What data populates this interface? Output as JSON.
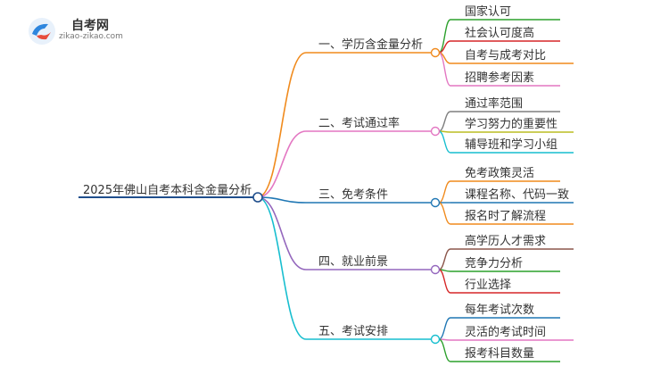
{
  "logo": {
    "title": "自考网",
    "subtitle": "zikao-zikao.com"
  },
  "mindmap": {
    "root": "2025年佛山自考本科含金量分析",
    "branches": [
      {
        "label": "一、学历含金量分析",
        "color": "#f08a1c",
        "children": [
          {
            "label": "国家认可",
            "color": "#2ca02c"
          },
          {
            "label": "社会认可度高",
            "color": "#d62728"
          },
          {
            "label": "自考与成考对比",
            "color": "#f08a1c"
          },
          {
            "label": "招聘参考因素",
            "color": "#e377c2"
          }
        ]
      },
      {
        "label": "二、考试通过率",
        "color": "#e377c2",
        "children": [
          {
            "label": "通过率范围",
            "color": "#7f7f7f"
          },
          {
            "label": "学习努力的重要性",
            "color": "#bcbd22"
          },
          {
            "label": "辅导班和学习小组",
            "color": "#17becf"
          }
        ]
      },
      {
        "label": "三、免考条件",
        "color": "#1f77b4",
        "children": [
          {
            "label": "免考政策灵活",
            "color": "#f08a1c"
          },
          {
            "label": "课程名称、代码一致",
            "color": "#1f77b4"
          },
          {
            "label": "报名时了解流程",
            "color": "#f08a1c"
          }
        ]
      },
      {
        "label": "四、就业前景",
        "color": "#9467bd",
        "children": [
          {
            "label": "高学历人才需求",
            "color": "#8c564b"
          },
          {
            "label": "竞争力分析",
            "color": "#2ca02c"
          },
          {
            "label": "行业选择",
            "color": "#d62728"
          }
        ]
      },
      {
        "label": "五、考试安排",
        "color": "#17becf",
        "children": [
          {
            "label": "每年考试次数",
            "color": "#1f77b4"
          },
          {
            "label": "灵活的考试时间",
            "color": "#e377c2"
          },
          {
            "label": "报考科目数量",
            "color": "#2ca02c"
          }
        ]
      }
    ]
  }
}
